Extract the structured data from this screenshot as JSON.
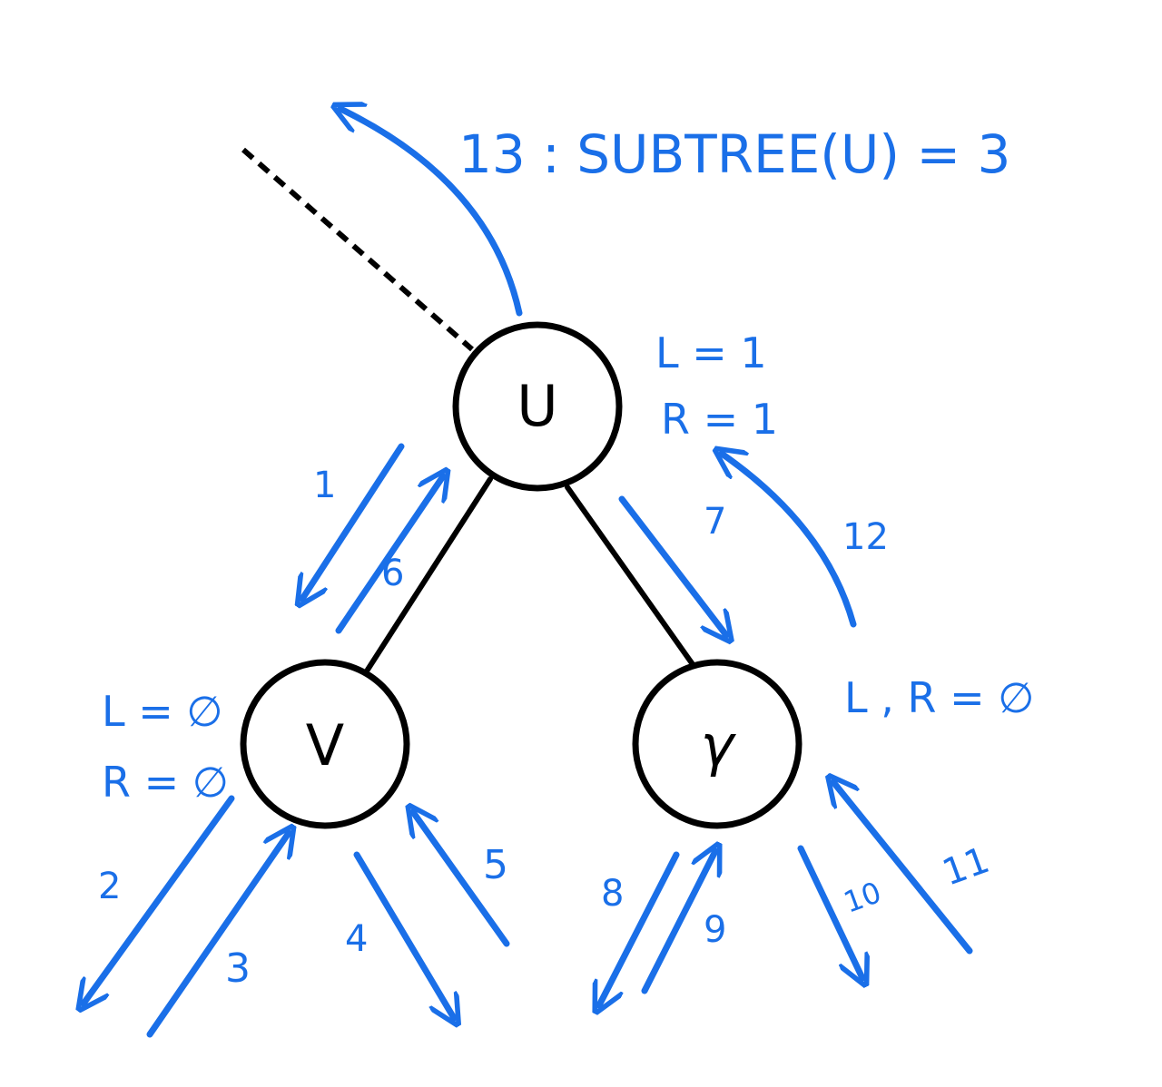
{
  "nodes": {
    "u": {
      "label": "U"
    },
    "v": {
      "label": "V"
    },
    "y": {
      "label": "γ"
    }
  },
  "annotations": {
    "header": "13 :  SUBTREE(U) = 3",
    "u_left": "L = 1",
    "u_right": "R = 1",
    "v_left": "L = ∅",
    "v_right": "R = ∅",
    "y_lr": "L , R = ∅"
  },
  "steps": [
    "1",
    "2",
    "3",
    "4",
    "5",
    "6",
    "7",
    "8",
    "9",
    "10",
    "11",
    "12"
  ],
  "colors": {
    "ink": "#000000",
    "annotation": "#1a6fe8",
    "background": "#ffffff"
  }
}
